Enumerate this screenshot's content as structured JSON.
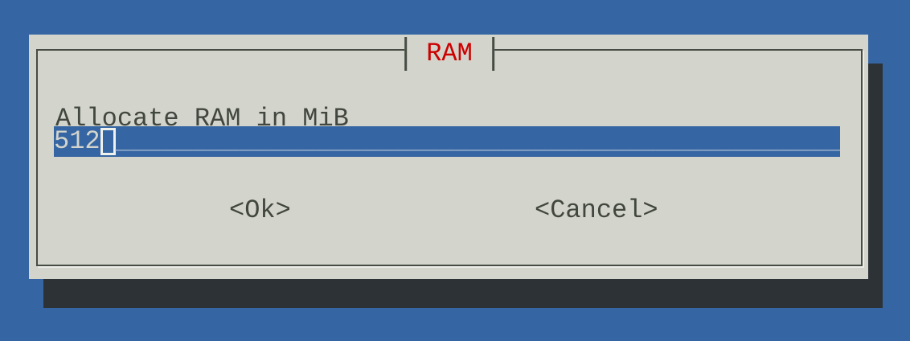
{
  "screen": {
    "background_color": "#3565a2"
  },
  "dialog": {
    "title": "RAM",
    "title_color": "#cc0000",
    "background_color": "#d3d5cc",
    "border_color": "#464b44",
    "shadow_color": "#2d3236",
    "message": "Allocate RAM in MiB",
    "input": {
      "value": "512",
      "fill": "_______________________________________________",
      "background_color": "#3565a2",
      "text_color": "#d3d5cc",
      "fill_color": "#9ab0cd"
    },
    "buttons": [
      {
        "label": "<Ok>"
      },
      {
        "label": "<Cancel>"
      }
    ]
  }
}
